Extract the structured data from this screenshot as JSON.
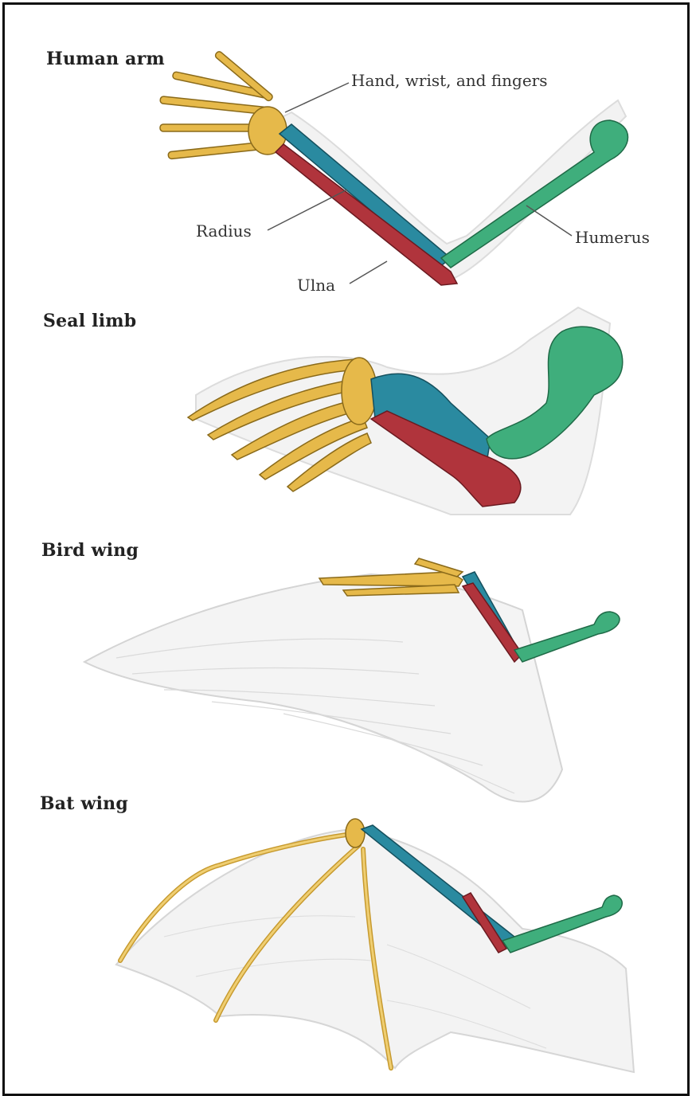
{
  "panels": {
    "human": {
      "title": "Human arm",
      "labels": {
        "hand": "Hand, wrist, and fingers",
        "radius": "Radius",
        "ulna": "Ulna",
        "humerus": "Humerus"
      }
    },
    "seal": {
      "title": "Seal limb"
    },
    "bird": {
      "title": "Bird wing"
    },
    "bat": {
      "title": "Bat wing"
    }
  },
  "colors": {
    "hand": "#e6b94a",
    "radius": "#2a8aa0",
    "ulna": "#b0343c",
    "humerus": "#3fae7c",
    "outline": "#d9d9d9"
  }
}
